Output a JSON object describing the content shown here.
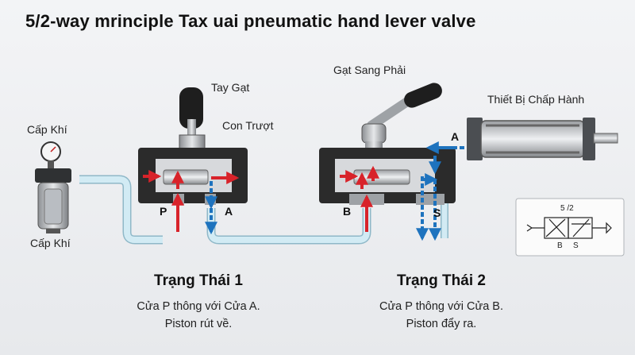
{
  "title": "5/2-way mrinciple Tax uai pneumatic hand lever valve",
  "labels": {
    "air_supply_top": "Cấp Khí",
    "air_supply_bottom": "Cấp Khí",
    "lever": "Tay Gạt",
    "slider": "Con Trượt",
    "lever_right": "Gạt Sang Phải",
    "actuator": "Thiết Bị Chấp Hành"
  },
  "ports": {
    "p": "P",
    "a_left": "A",
    "b": "B",
    "s": "S",
    "a_right": "A"
  },
  "symbol": {
    "top": "5 /2",
    "b": "B",
    "s": "S"
  },
  "state1": {
    "title": "Trạng Thái 1",
    "line1": "Cửa P thông với Cửa A.",
    "line2": "Piston rút về."
  },
  "state2": {
    "title": "Trạng Thái 2",
    "line1": "Cửa P thông với Cửa B.",
    "line2": "Piston đẩy ra."
  },
  "colors": {
    "pressure_arrow": "#d8232a",
    "exhaust_arrow": "#1e73be",
    "tube": "#bfe0ee",
    "valve_body": "#2b2b2b",
    "valve_window": "#d7d9dc"
  }
}
